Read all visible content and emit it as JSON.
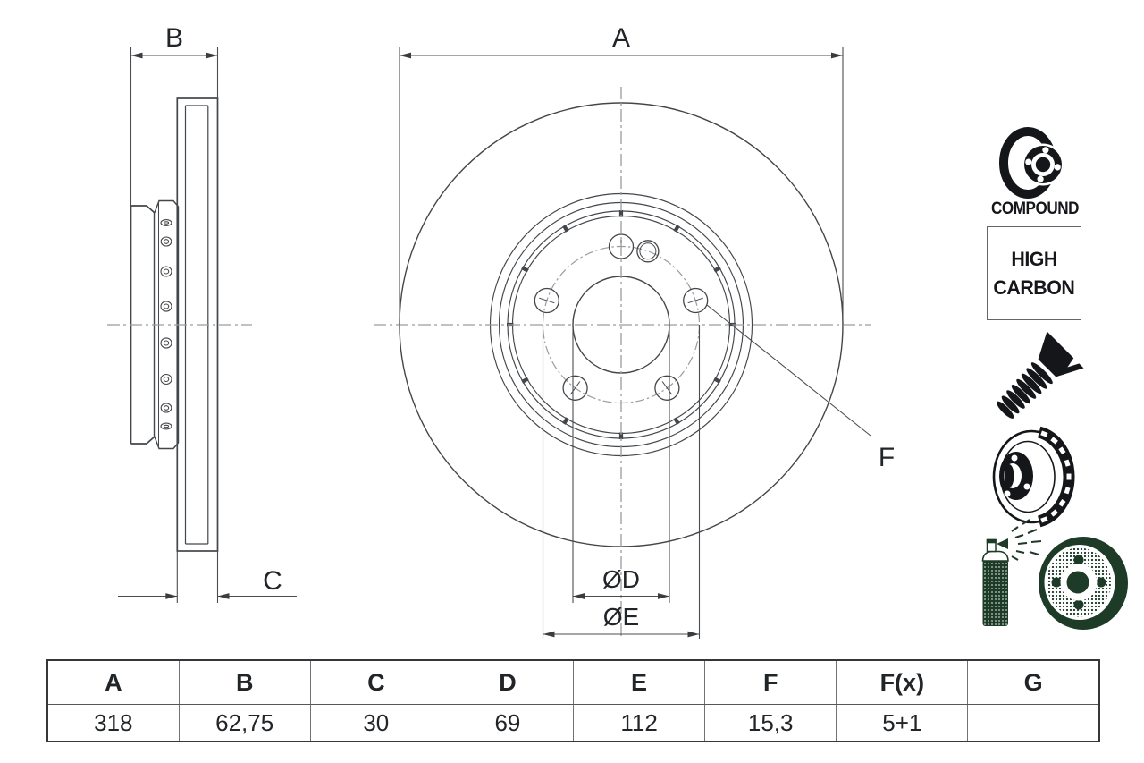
{
  "drawing": {
    "labels": {
      "a": "A",
      "b": "B",
      "c": "C",
      "d": "ØD",
      "e": "ØE",
      "f": "F"
    }
  },
  "icons": {
    "compound_label": "COMPOUND",
    "high_carbon": {
      "line1": "HIGH",
      "line2": "CARBON"
    },
    "names": [
      "compound-disc-icon",
      "high-carbon-badge",
      "countersunk-screw-icon",
      "vented-disc-icon",
      "spray-coated-disc-icon"
    ]
  },
  "table": {
    "headers": [
      "A",
      "B",
      "C",
      "D",
      "E",
      "F",
      "F(x)",
      "G"
    ],
    "values": [
      "318",
      "62,75",
      "30",
      "69",
      "112",
      "15,3",
      "5+1",
      ""
    ]
  },
  "colors": {
    "line": "#43464a",
    "dimension_line": "#4a4d50",
    "centerline": "#9a9c9e",
    "label_text": "#212428",
    "icon_black": "#151619",
    "icon_green": "#1e3b28",
    "table_border": "#35383b"
  }
}
